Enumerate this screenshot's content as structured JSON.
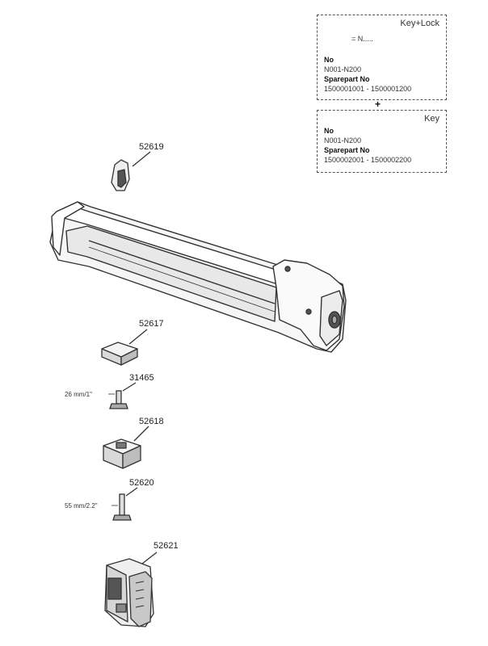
{
  "key_lock_box": {
    "title": "Key+Lock",
    "equals_text": "= N.....",
    "no_label": "No",
    "no_range": "N001-N200",
    "sparepart_label": "Sparepart No",
    "sparepart_range": "1500001001 - 1500001200"
  },
  "plus_sign": "+",
  "key_box": {
    "title": "Key",
    "no_label": "No",
    "no_range": "N001-N200",
    "sparepart_label": "Sparepart No",
    "sparepart_range": "1500002001 - 1500002200"
  },
  "parts": [
    {
      "number": "52619"
    },
    {
      "number": "52617"
    },
    {
      "number": "31465",
      "dimension": "26 mm/1\""
    },
    {
      "number": "52618"
    },
    {
      "number": "52620",
      "dimension": "55 mm/2.2\""
    },
    {
      "number": "52621"
    }
  ],
  "colors": {
    "line": "#333333",
    "fill_light": "#f4f4f4",
    "fill_mid": "#d9d9d9",
    "fill_dark": "#555555"
  }
}
